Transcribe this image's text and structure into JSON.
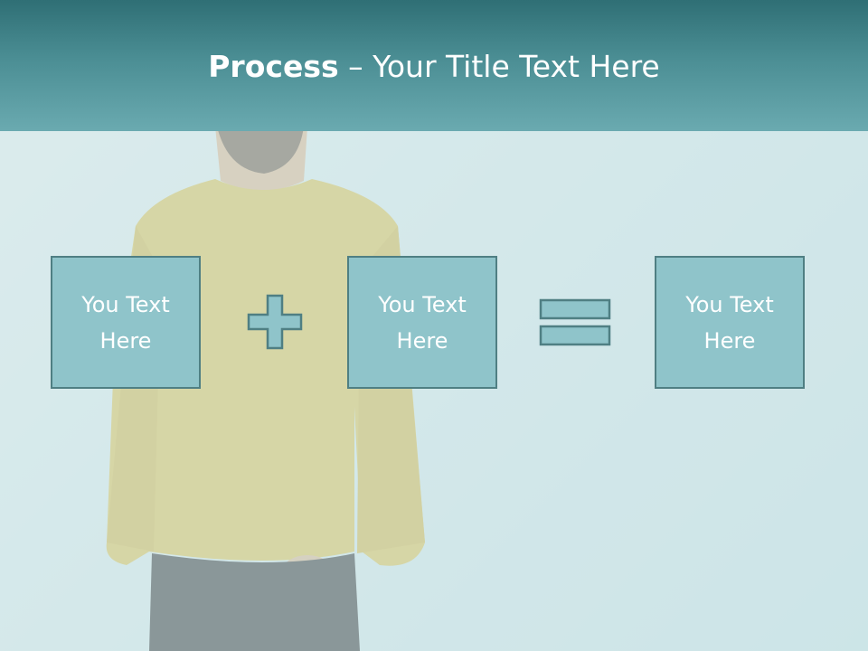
{
  "title": {
    "bold": "Process",
    "rest": " – Your Title Text Here"
  },
  "process": {
    "boxes": [
      {
        "text": "You Text Here"
      },
      {
        "text": "You Text Here"
      },
      {
        "text": "You Text Here"
      }
    ],
    "operators": [
      "plus-icon",
      "equals-icon"
    ]
  },
  "colors": {
    "header": "#3f8288",
    "box_fill": "#8fc4ca",
    "box_border": "#4f7f83",
    "background": "#d7e9ea"
  }
}
